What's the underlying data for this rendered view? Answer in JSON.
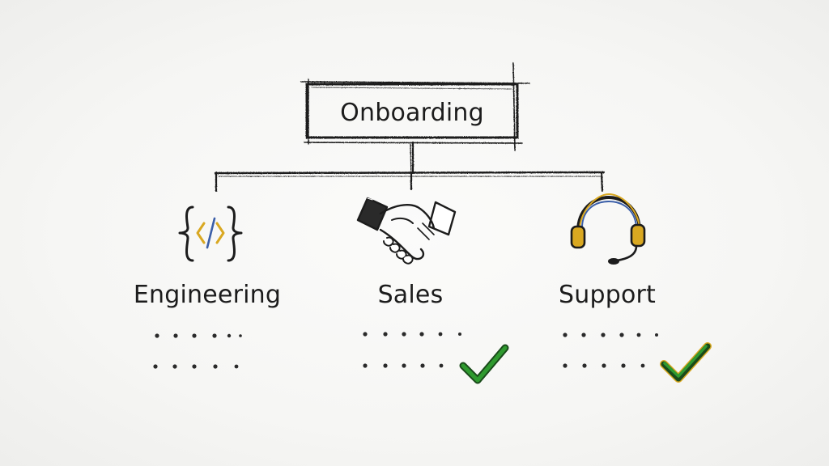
{
  "diagram": {
    "root": {
      "label": "Onboarding"
    },
    "departments": [
      {
        "label": "Engineering",
        "icon": "code-brackets-icon",
        "checked": false,
        "dot_rows": 2
      },
      {
        "label": "Sales",
        "icon": "handshake-icon",
        "checked": true,
        "dot_rows": 2
      },
      {
        "label": "Support",
        "icon": "headset-icon",
        "checked": true,
        "dot_rows": 2
      }
    ],
    "colors": {
      "ink": "#1c1c1c",
      "accent_yellow": "#d9a821",
      "accent_blue": "#3b5fa8",
      "check_green": "#2f9a2f",
      "check_outline": "#1a4a1a"
    }
  }
}
